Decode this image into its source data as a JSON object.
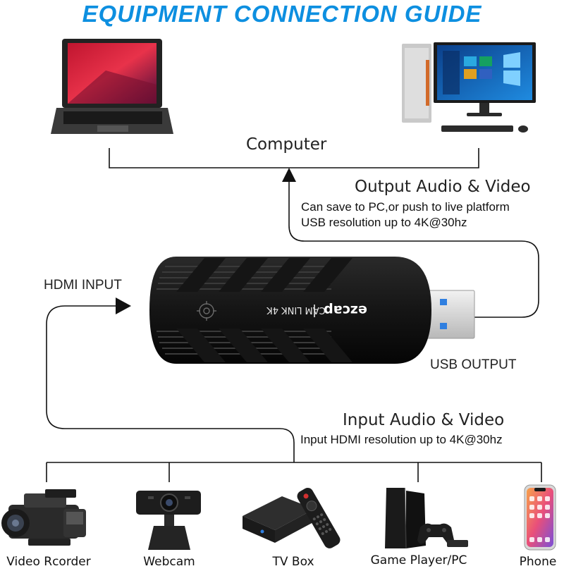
{
  "header": {
    "title": "EQUIPMENT CONNECTION GUIDE"
  },
  "computer": {
    "label": "Computer"
  },
  "output": {
    "heading": "Output Audio & Video",
    "note1": "Can save to PC,or push to live platform",
    "note2": "USB resolution up to 4K@30hz"
  },
  "ports": {
    "hdmi_input": "HDMI INPUT",
    "usb_output": "USB OUTPUT"
  },
  "device": {
    "brand": "ezcap",
    "model": "CAM LINK 4K"
  },
  "input": {
    "heading": "Input Audio & Video",
    "note": "Input HDMI resolution up to 4K@30hz"
  },
  "sources": [
    {
      "label": "Video Rcorder",
      "icon": "camcorder-icon"
    },
    {
      "label": "Webcam",
      "icon": "webcam-icon"
    },
    {
      "label": "TV Box",
      "icon": "tv-box-icon"
    },
    {
      "label": "Game Player/PC",
      "icon": "game-console-icon"
    },
    {
      "label": "Phone",
      "icon": "smartphone-icon"
    }
  ],
  "colors": {
    "title": "#0d8fe0",
    "device": "#141414",
    "usb_blue": "#2f7fe0",
    "line": "#111111"
  }
}
